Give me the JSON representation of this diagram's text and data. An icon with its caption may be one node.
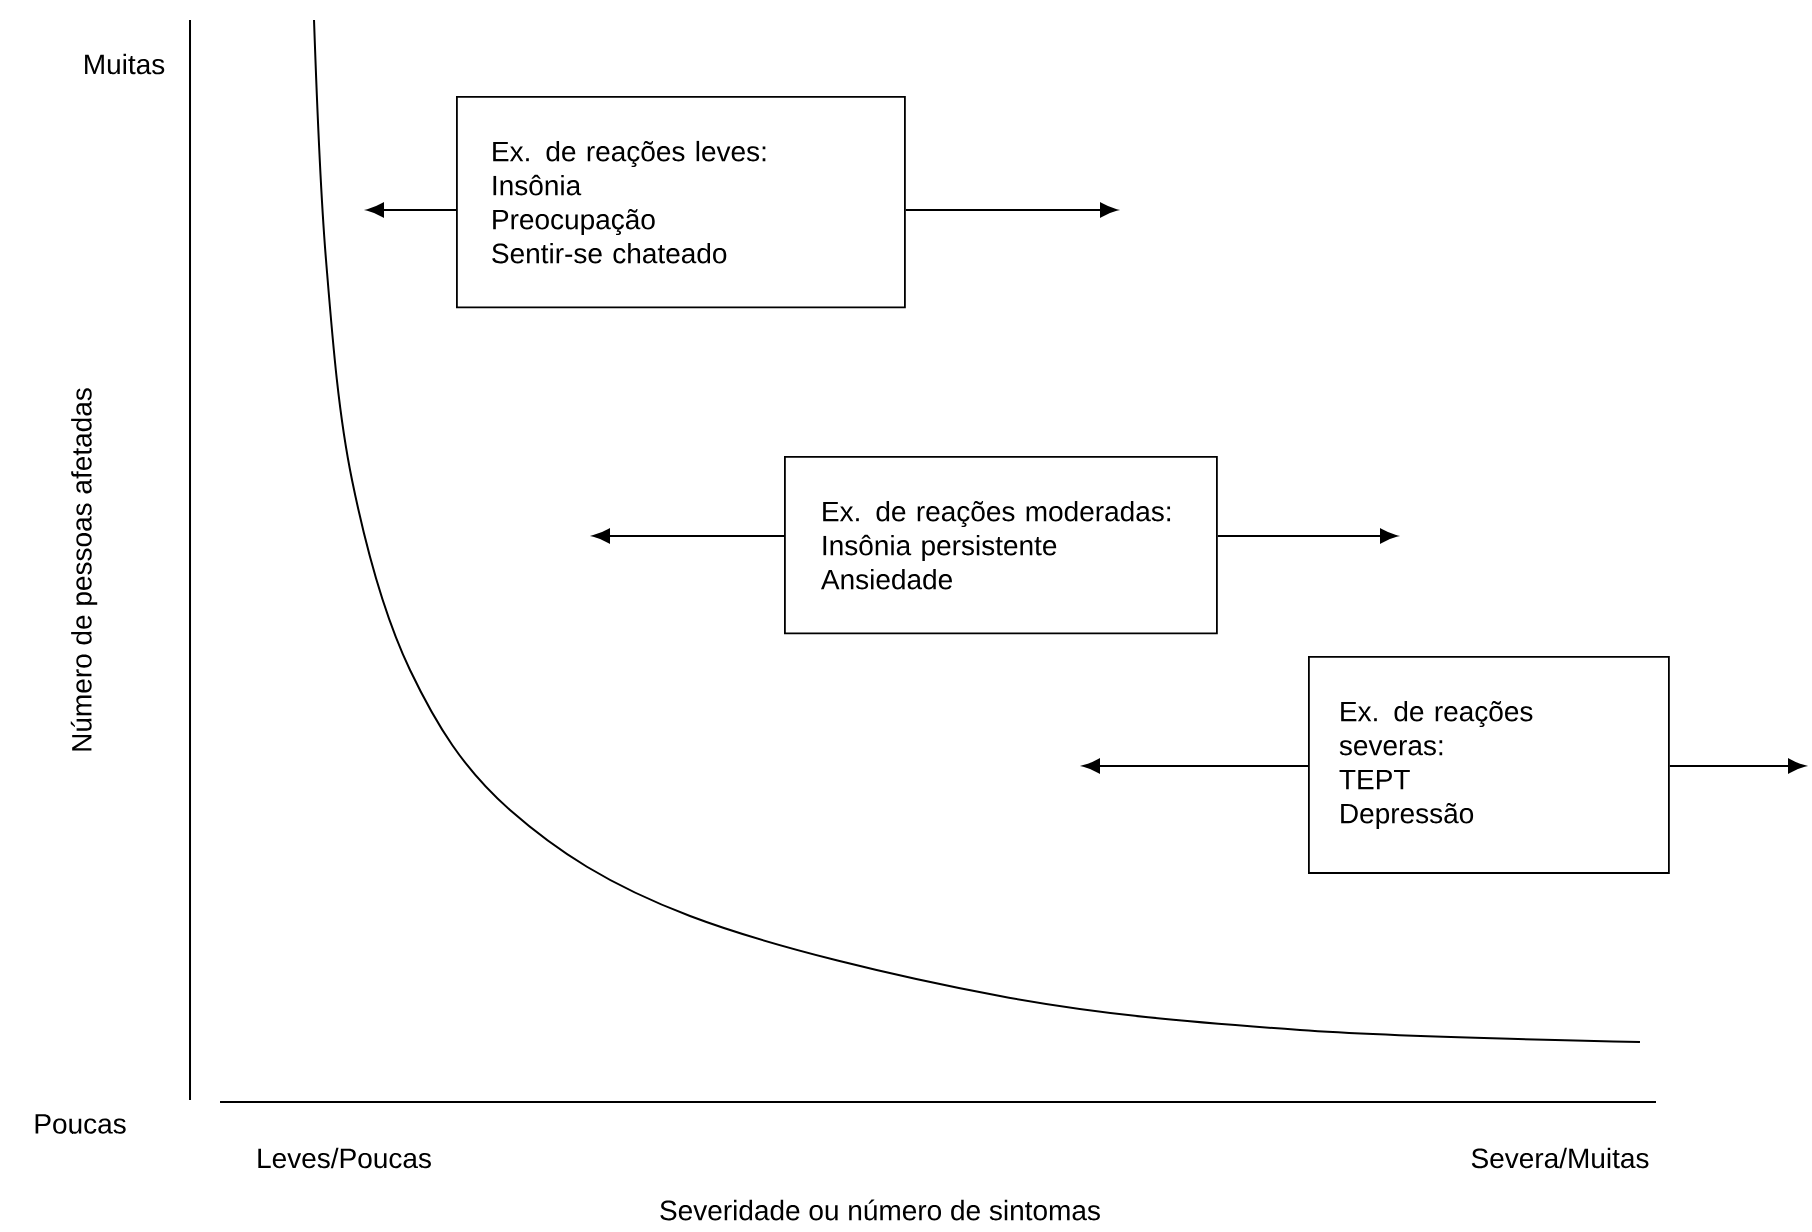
{
  "diagram": {
    "nodes": [
      {
        "text": [
          "Ex. de reações leves:",
          "Insônia",
          "Preocupação",
          "Sentir-se chateado"
        ]
      },
      {
        "text": [
          "Ex. de reações moderadas:",
          "Insônia persistente",
          "Ansiedade"
        ]
      },
      {
        "text": [
          "Ex. de reações severas:",
          "TEPT",
          "Depressão"
        ]
      }
    ],
    "edges": [
      {
        "from": 0,
        "to": null,
        "arrow": "to"
      },
      {
        "from": 0,
        "to": null,
        "arrow": "to"
      },
      {
        "from": 1,
        "to": null,
        "arrow": "to"
      },
      {
        "from": 1,
        "to": null,
        "arrow": "to"
      },
      {
        "from": 2,
        "to": null,
        "arrow": "to"
      },
      {
        "from": 2,
        "to": null,
        "arrow": "to"
      }
    ],
    "labels": [
      "Muitas",
      "Número de pessoas afetadas",
      "Poucas",
      "Leves/Poucas",
      "Severa/Muitas",
      "Severidade ou número de sintomas"
    ]
  }
}
